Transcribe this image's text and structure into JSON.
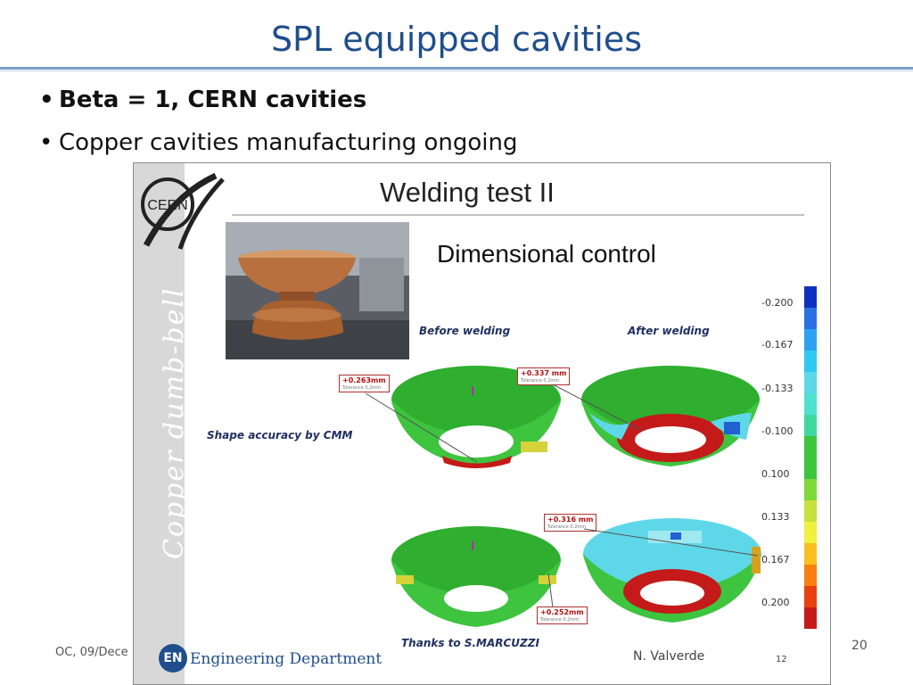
{
  "slide": {
    "title": "SPL equipped cavities",
    "bullets": [
      "Beta = 1,  CERN cavities",
      "Copper cavities manufacturing ongoing"
    ],
    "bullet_glyph": "•",
    "footer_left": "OC, 09/Dece",
    "page_number": "20"
  },
  "panel": {
    "sidebar_text": "Copper dumb-bell",
    "logo_text": "CERN",
    "title": "Welding test II",
    "heading": "Dimensional control",
    "before_label": "Before welding",
    "after_label": "After welding",
    "shape_label": "Shape accuracy by CMM",
    "thanks": "Thanks to S.MARCUZZI",
    "dept_logo": "EN",
    "department": "Engineering Department",
    "author": "N. Valverde",
    "inner_page": "12",
    "callouts": [
      {
        "value": "+0.263mm",
        "tol": "Tolerance  0.2mm"
      },
      {
        "value": "+0.337 mm",
        "tol": "Tolerance  0.2mm"
      },
      {
        "value": "+0.316 mm",
        "tol": "Tolerance  0.2mm"
      },
      {
        "value": "+0.252mm",
        "tol": "Tolerance  0.2mm"
      }
    ],
    "scale_labels": [
      "-0.200",
      "-0.167",
      "-0.133",
      "-0.100",
      "0.100",
      "0.133",
      "0.167",
      "0.200"
    ],
    "colors": {
      "title": "#1f4e8c",
      "green": "#3ec43e",
      "red": "#c41a1a",
      "cyan": "#5ed8e8",
      "copper": "#b8703f"
    }
  }
}
